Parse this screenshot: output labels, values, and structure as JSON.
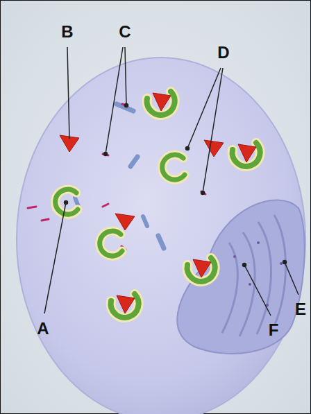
{
  "diagram": {
    "labels": [
      "B",
      "C",
      "D",
      "A",
      "F",
      "E"
    ]
  }
}
